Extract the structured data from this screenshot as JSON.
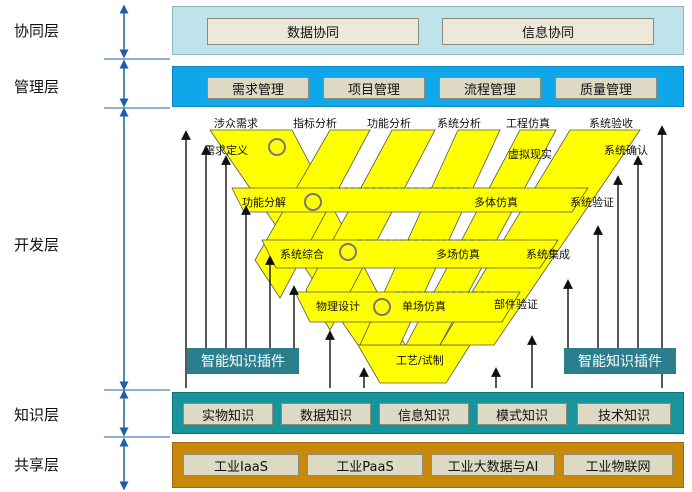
{
  "layers": {
    "collab": "协同层",
    "mgmt": "管理层",
    "dev": "开发层",
    "know": "知识层",
    "share": "共享层"
  },
  "collab_boxes": [
    "数据协同",
    "信息协同"
  ],
  "mgmt_boxes": [
    "需求管理",
    "项目管理",
    "流程管理",
    "质量管理"
  ],
  "knowledge_boxes": [
    "实物知识",
    "数据知识",
    "信息知识",
    "模式知识",
    "技术知识"
  ],
  "share_boxes": [
    "工业IaaS",
    "工业PaaS",
    "工业大数据与AI",
    "工业物联网"
  ],
  "plugins": [
    "智能知识插件",
    "智能知识插件"
  ],
  "top_headers": [
    "涉众需求",
    "指标分析",
    "功能分析",
    "系统分析",
    "工程仿真",
    "系统验收"
  ],
  "v_labels": {
    "req_def": "需求定义",
    "func_decomp": "功能分解",
    "sys_synth": "系统综合",
    "phys_design": "物理设计",
    "process": "工艺/试制",
    "single_sim": "单场仿真",
    "multi_sim": "多场仿真",
    "multibody_sim": "多体仿真",
    "virtual_reality": "虚拟现实",
    "part_verify": "部件验证",
    "sys_integ": "系统集成",
    "sys_verify": "系统验证",
    "sys_confirm": "系统确认"
  },
  "colors": {
    "v_fill": "#ffff00",
    "arrow": "#1f5fa8",
    "plugin": "#2a7e8d",
    "collab_band": "#bfe3ea",
    "mgmt_band": "#10a6ea",
    "know_band": "#18959b",
    "share_band": "#c8890a"
  }
}
